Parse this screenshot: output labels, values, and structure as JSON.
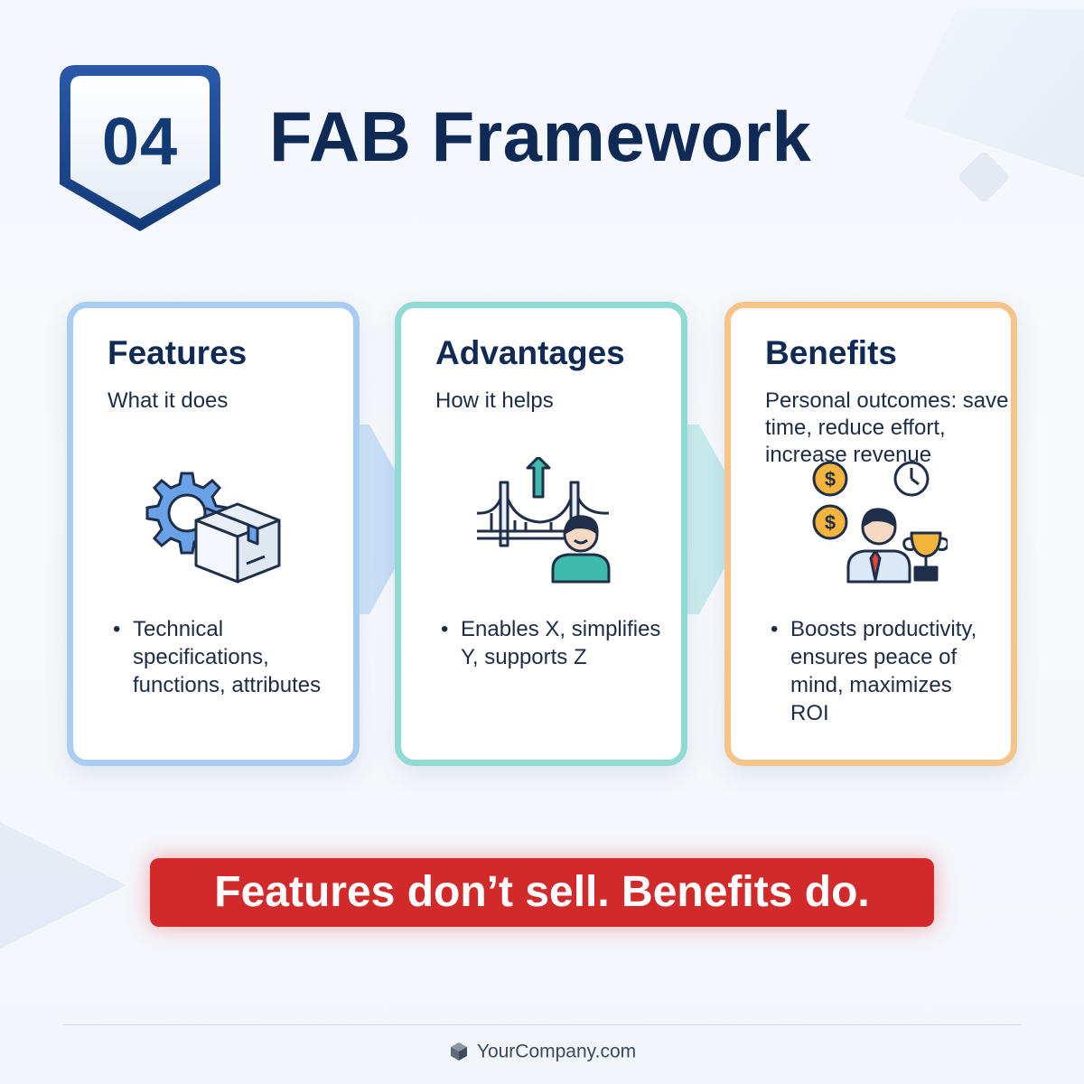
{
  "badge": {
    "number": "04"
  },
  "title": "FAB Framework",
  "cards": [
    {
      "title": "Features",
      "subtitle": "What it does",
      "icon": "gear-box-icon",
      "bullets": [
        "Technical specifications, functions, attributes"
      ],
      "border_color": "#a9cdf2"
    },
    {
      "title": "Advantages",
      "subtitle": "How it helps",
      "icon": "bridge-person-up-arrow-icon",
      "bullets": [
        "Enables X, simplifies Y, supports Z"
      ],
      "border_color": "#8fdad3"
    },
    {
      "title": "Benefits",
      "subtitle": "Personal outcomes: save time, reduce effort, increase revenue",
      "icon": "businessman-coins-clock-trophy-icon",
      "bullets": [
        "Boosts productivity, ensures peace of mind, maximizes ROI"
      ],
      "border_color": "#f6c389"
    }
  ],
  "tagline": "Features don’t sell. Benefits do.",
  "footer": {
    "text": "YourCompany.com",
    "icon": "cube-logo-icon"
  },
  "colors": {
    "navy": "#102a56",
    "tagline_red": "#d22a2a",
    "blue": "#a9cdf2",
    "teal": "#8fdad3",
    "orange": "#f6c389"
  }
}
